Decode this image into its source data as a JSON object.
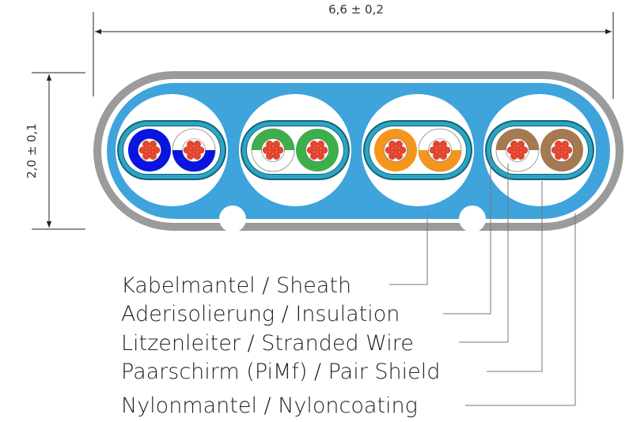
{
  "dimensions": {
    "width_label": "6,6 ± 0,2",
    "height_label": "2,0 ± 0,1"
  },
  "colors": {
    "outer_jacket": "#9b9b9b",
    "sheath": "#3fa3dc",
    "shield_band": "#2aa6c4",
    "shield_edge": "#17627a",
    "strand": "#e8452c"
  },
  "pairs": [
    {
      "name": "blue",
      "color": "#0a14e0",
      "solid": "left",
      "stripe": "bottom"
    },
    {
      "name": "green",
      "color": "#3cae4a",
      "solid": "right",
      "stripe": "top"
    },
    {
      "name": "orange",
      "color": "#f4961c",
      "solid": "left",
      "stripe": "bottom"
    },
    {
      "name": "brown",
      "color": "#a57a50",
      "solid": "right",
      "stripe": "top"
    }
  ],
  "labels": [
    "Kabelmantel / Sheath",
    "Aderisolierung / Insulation",
    "Litzenleiter / Stranded Wire",
    "Paarschirm (PiMf) / Pair Shield",
    "Nylonmantel / Nyloncoating"
  ]
}
